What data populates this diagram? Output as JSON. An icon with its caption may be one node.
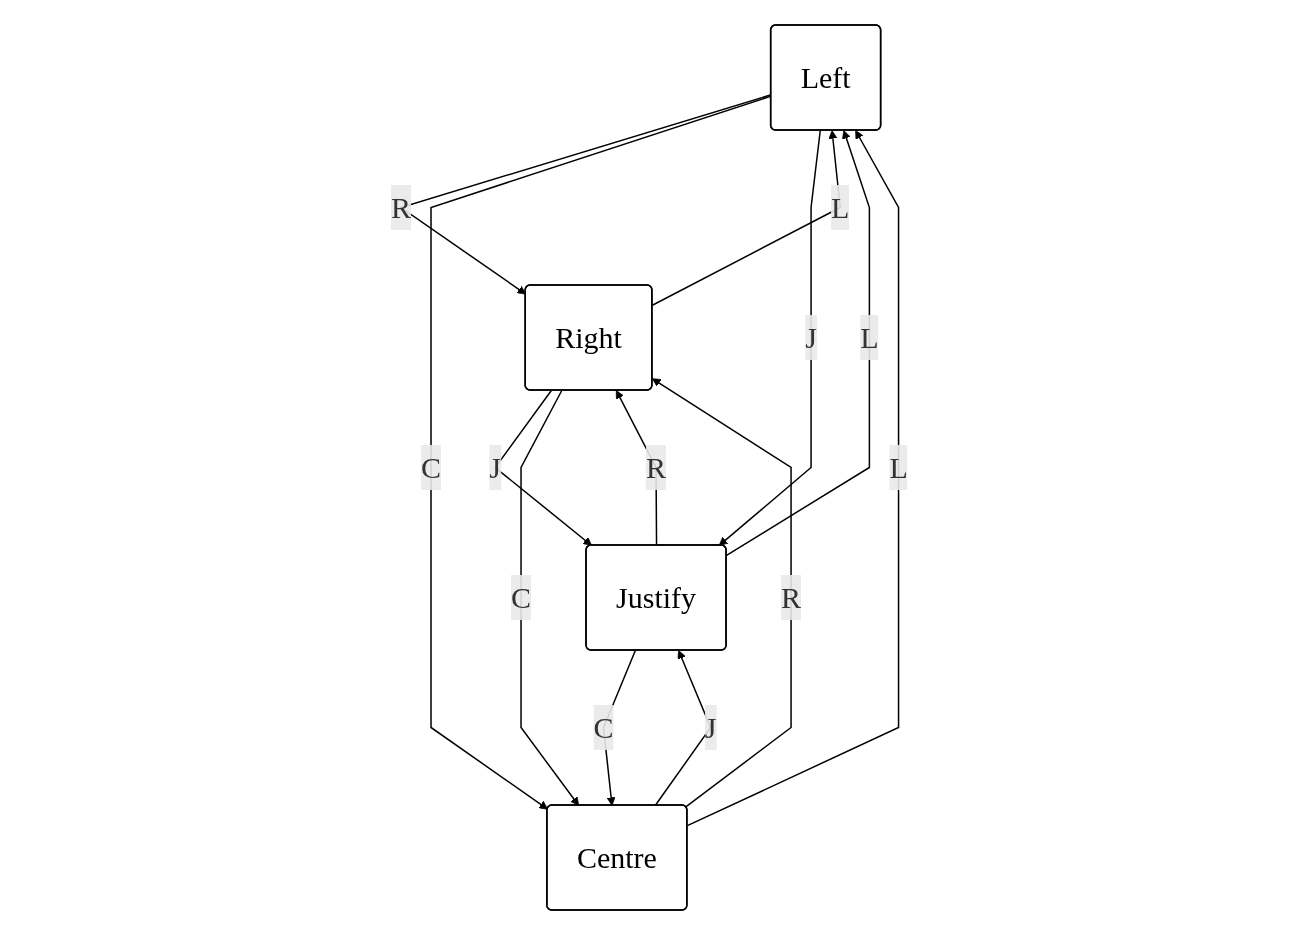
{
  "diagram": {
    "nodes": [
      {
        "text": [
          "Left"
        ]
      },
      {
        "text": [
          "Right"
        ]
      },
      {
        "text": [
          "Centre"
        ]
      },
      {
        "text": [
          "Justify"
        ]
      }
    ],
    "edges": [
      {
        "from": 0,
        "to": 1,
        "arrow": "to",
        "label": "R"
      },
      {
        "from": 1,
        "to": 0,
        "arrow": "to",
        "label": "L"
      },
      {
        "from": 0,
        "to": 2,
        "arrow": "to",
        "label": "C"
      },
      {
        "from": 2,
        "to": 0,
        "arrow": "to",
        "label": "L"
      },
      {
        "from": 0,
        "to": 3,
        "arrow": "to",
        "label": "J"
      },
      {
        "from": 3,
        "to": 0,
        "arrow": "to",
        "label": "L"
      },
      {
        "from": 3,
        "to": 1,
        "arrow": "to",
        "label": "R"
      },
      {
        "from": 1,
        "to": 3,
        "arrow": "to",
        "label": "J"
      },
      {
        "from": 2,
        "to": 3,
        "arrow": "to",
        "label": "J"
      },
      {
        "from": 3,
        "to": 2,
        "arrow": "to",
        "label": "C"
      },
      {
        "from": 2,
        "to": 1,
        "arrow": "to",
        "label": "R"
      },
      {
        "from": 1,
        "to": 2,
        "arrow": "to",
        "label": "C"
      }
    ]
  }
}
